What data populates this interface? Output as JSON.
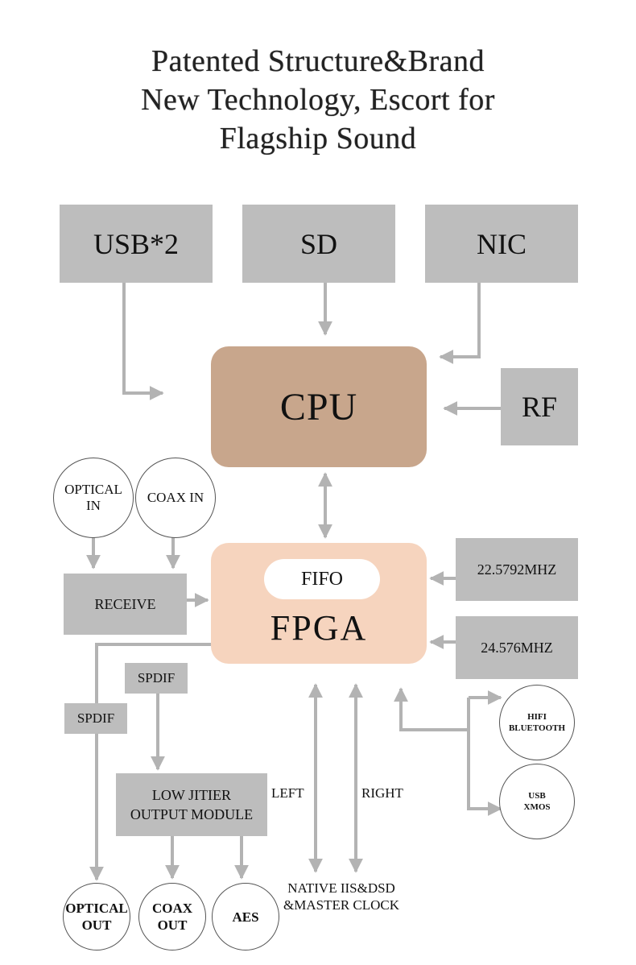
{
  "title": {
    "line1": "Patented Structure&Brand",
    "line2": "New Technology, Escort for",
    "line3": "Flagship Sound"
  },
  "blocks": {
    "usb": "USB*2",
    "sd": "SD",
    "nic": "NIC",
    "cpu": "CPU",
    "rf": "RF",
    "receive": "RECEIVE",
    "fifo": "FIFO",
    "fpga": "FPGA",
    "clock1": "22.5792MHZ",
    "clock2": "24.576MHZ",
    "spdif1": "SPDIF",
    "spdif2": "SPDIF",
    "low_jitter": "LOW JITIER\nOUTPUT MODULE"
  },
  "circles": {
    "optical_in": "OPTICAL\nIN",
    "coax_in": "COAX IN",
    "hifi_bluetooth": "HIFI\nBLUETOOTH",
    "usb_xmos": "USB\nXMOS",
    "optical_out": "OPTICAL\nOUT",
    "coax_out": "COAX\nOUT",
    "aes": "AES"
  },
  "labels": {
    "left": "LEFT",
    "right": "RIGHT",
    "native": "NATIVE IIS&DSD\n&MASTER CLOCK"
  },
  "colors": {
    "block_gray": "#bdbdbd",
    "cpu": "#c8a68c",
    "fpga": "#f6d4be",
    "arrow": "#b3b3b3"
  }
}
